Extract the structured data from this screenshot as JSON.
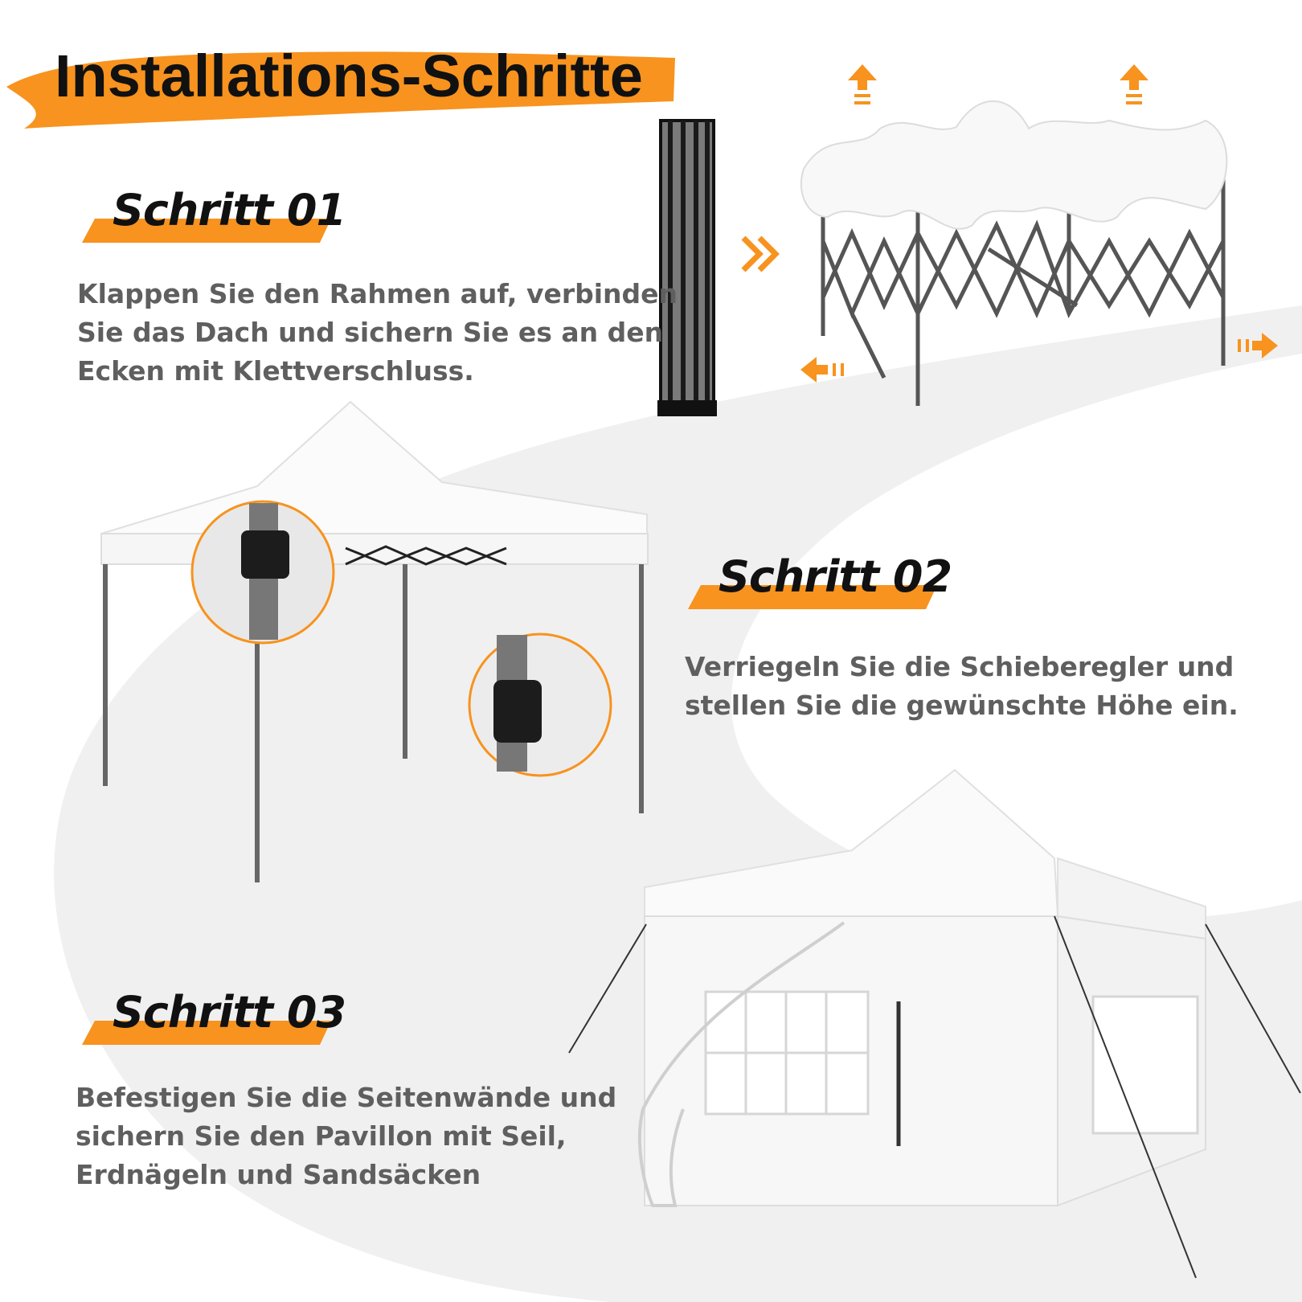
{
  "title": "Installations-Schritte",
  "steps": [
    {
      "label": "Schritt 01",
      "lines": [
        "Klappen Sie den Rahmen auf, verbinden",
        "Sie das Dach und sichern Sie es an den",
        "Ecken mit Klettverschluss."
      ]
    },
    {
      "label": "Schritt 02",
      "lines": [
        "Verriegeln Sie die Schieberegler und",
        "stellen Sie die gewünschte Höhe ein."
      ]
    },
    {
      "label": "Schritt 03",
      "lines": [
        "Befestigen Sie die Seitenwände und",
        "sichern Sie den Pavillon mit Seil,",
        "Erdnägeln und Sandsäcken"
      ]
    }
  ],
  "colors": {
    "accent": "#f7931e",
    "heading_text": "#111111",
    "body_text": "#5f5f5f",
    "background": "#ffffff",
    "floor_path": "#efefef"
  },
  "icons": [
    "expand-arrow-up-icon",
    "expand-arrow-left-icon",
    "expand-arrow-right-icon",
    "double-chevron-right-icon"
  ]
}
